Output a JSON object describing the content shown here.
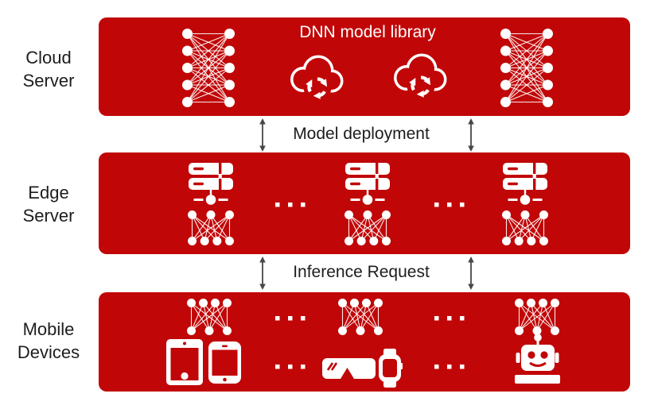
{
  "colors": {
    "band": "#c10607",
    "icon": "#ffffff",
    "text": "#1d1d1d",
    "arrow": "#474747",
    "page_bg": "#ffffff"
  },
  "tiers": [
    {
      "id": "cloud-server",
      "lines": [
        "Cloud",
        "Server"
      ]
    },
    {
      "id": "edge-server",
      "lines": [
        "Edge",
        "Server"
      ]
    },
    {
      "id": "mobile-devices",
      "lines": [
        "Mobile",
        "Devices"
      ]
    }
  ],
  "cloud_band": {
    "title": "DNN model library"
  },
  "connectors": [
    {
      "label": "Model deployment"
    },
    {
      "label": "Inference Request"
    }
  ],
  "icons": {
    "neural_network": "dnn-network-icon",
    "cloud_sync": "cloud-sync-icon",
    "edge_server": "edge-server-icon",
    "tablet": "tablet-icon",
    "smartphone": "smartphone-icon",
    "smart_glasses": "smart-glasses-icon",
    "smartwatch": "smartwatch-icon",
    "robot": "robot-icon",
    "ellipsis": "ellipsis-dots",
    "double_arrow": "double-arrow-icon"
  }
}
